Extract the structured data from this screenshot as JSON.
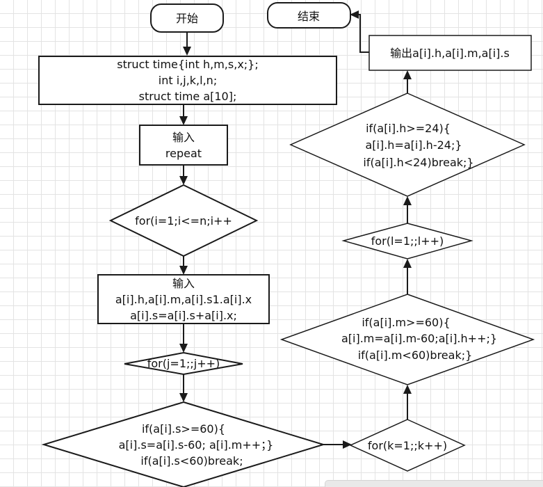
{
  "nodes": {
    "start": "开始",
    "end": "结束",
    "decl": [
      "struct time{int h,m,s,x;};",
      "int i,j,k,l,n;",
      "struct time a[10];"
    ],
    "input_repeat": [
      "输入",
      "repeat"
    ],
    "loop_i": "for(i=1;i<=n;i++",
    "input_fields": [
      "输入",
      "a[i].h,a[i].m,a[i].s1.a[i].x",
      "a[i].s=a[i].s+a[i].x;"
    ],
    "loop_j": "for(j=1;;j++)",
    "cond_s": [
      "if(a[i].s>=60){",
      "a[i].s=a[i].s-60; a[i].m++；}",
      "if(a[i].s<60)break;"
    ],
    "loop_k": "for(k=1;;k++)",
    "cond_m": [
      "if(a[i].m>=60){",
      "a[i].m=a[i].m-60;a[i].h++;}",
      "if(a[i].m<60)break;}"
    ],
    "loop_l": "for(l=1;;l++)",
    "cond_h": [
      "if(a[i].h>=24){",
      "a[i].h=a[i].h-24;}",
      "if(a[i].h<24)break;}"
    ],
    "output": "输出a[i].h,a[i].m,a[i].s"
  }
}
